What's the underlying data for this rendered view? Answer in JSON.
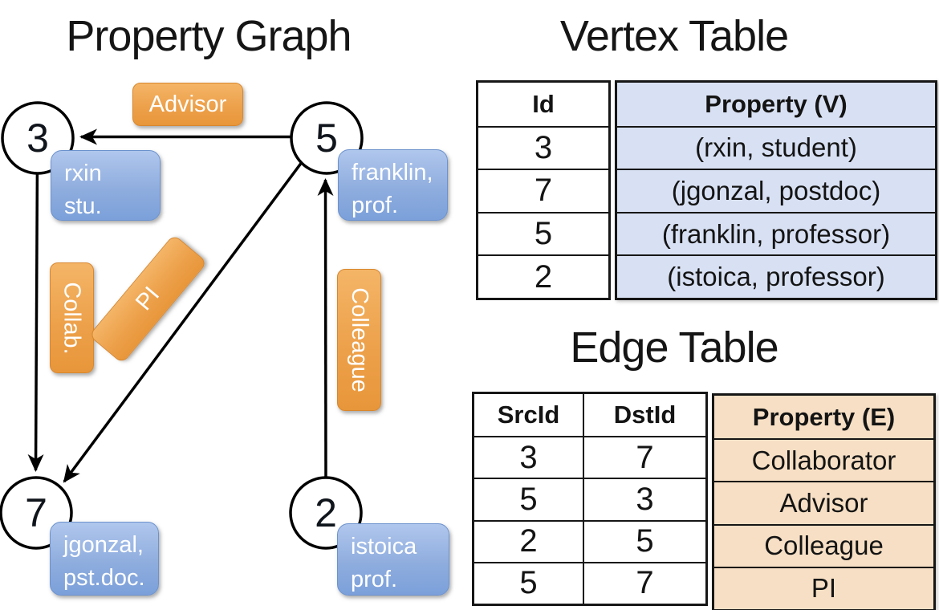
{
  "diagram": {
    "title": "Property Graph",
    "nodes": [
      {
        "id": "3",
        "prop_line1": "rxin",
        "prop_line2": "stu."
      },
      {
        "id": "5",
        "prop_line1": "franklin,",
        "prop_line2": "prof."
      },
      {
        "id": "7",
        "prop_line1": "jgonzal,",
        "prop_line2": "pst.doc."
      },
      {
        "id": "2",
        "prop_line1": "istoica",
        "prop_line2": "prof."
      }
    ],
    "edge_labels": {
      "advisor": "Advisor",
      "collab": "Collab.",
      "pi": "PI",
      "colleague": "Colleague"
    }
  },
  "vertex_table": {
    "title": "Vertex Table",
    "columns": {
      "id": "Id",
      "property": "Property (V)"
    },
    "rows": [
      {
        "id": "3",
        "property": "(rxin, student)"
      },
      {
        "id": "7",
        "property": "(jgonzal, postdoc)"
      },
      {
        "id": "5",
        "property": "(franklin, professor)"
      },
      {
        "id": "2",
        "property": "(istoica, professor)"
      }
    ]
  },
  "edge_table": {
    "title": "Edge Table",
    "columns": {
      "src": "SrcId",
      "dst": "DstId",
      "property": "Property (E)"
    },
    "rows": [
      {
        "src": "3",
        "dst": "7",
        "property": "Collaborator"
      },
      {
        "src": "5",
        "dst": "3",
        "property": "Advisor"
      },
      {
        "src": "2",
        "dst": "5",
        "property": "Colleague"
      },
      {
        "src": "5",
        "dst": "7",
        "property": "PI"
      }
    ]
  },
  "colors": {
    "vertex_property_bg": "#d8e1f3",
    "edge_property_bg": "#f6dfc4",
    "orange_label": "#eda14b",
    "blue_box": "#8fadde",
    "line": "#000000"
  }
}
